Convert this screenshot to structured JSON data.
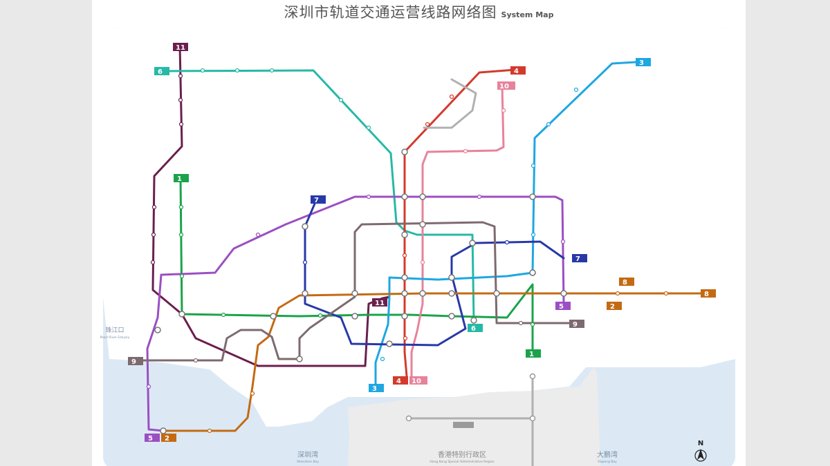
{
  "title": {
    "cn": "深圳市轨道交通运营线路网络图",
    "en": "System Map"
  },
  "colors": {
    "line1": "#1aa34a",
    "line2": "#c46a13",
    "line3": "#1ea7e1",
    "line4": "#d33a2c",
    "line5": "#9b4fc2",
    "line6": "#26b9a6",
    "line7": "#2838a8",
    "line8": "#c46a13",
    "line9": "#7d6a6e",
    "line10": "#e7829b",
    "line11": "#6a1f4e",
    "planned": "#b0b0b0",
    "land": "#ffffff",
    "water": "#dce9f5",
    "hk": "#ececec"
  },
  "lines": [
    {
      "id": "line1",
      "num": "1"
    },
    {
      "id": "line2",
      "num": "2"
    },
    {
      "id": "line3",
      "num": "3"
    },
    {
      "id": "line4",
      "num": "4"
    },
    {
      "id": "line5",
      "num": "5"
    },
    {
      "id": "line6",
      "num": "6"
    },
    {
      "id": "line7",
      "num": "7"
    },
    {
      "id": "line8",
      "num": "8"
    },
    {
      "id": "line9",
      "num": "9"
    },
    {
      "id": "line10",
      "num": "10"
    },
    {
      "id": "line11",
      "num": "11"
    }
  ],
  "areas": {
    "pearl_estuary": {
      "cn": "珠江口",
      "en": "Pearl River Estuary"
    },
    "shenzhen_bay": {
      "cn": "深圳湾",
      "en": "Shenzhen Bay"
    },
    "hong_kong": {
      "cn": "香港特别行政区",
      "en": "Hong Kong Special Administrative Region"
    },
    "dapeng_bay": {
      "cn": "大鹏湾",
      "en": "Dapeng Bay"
    }
  },
  "compass": "N"
}
